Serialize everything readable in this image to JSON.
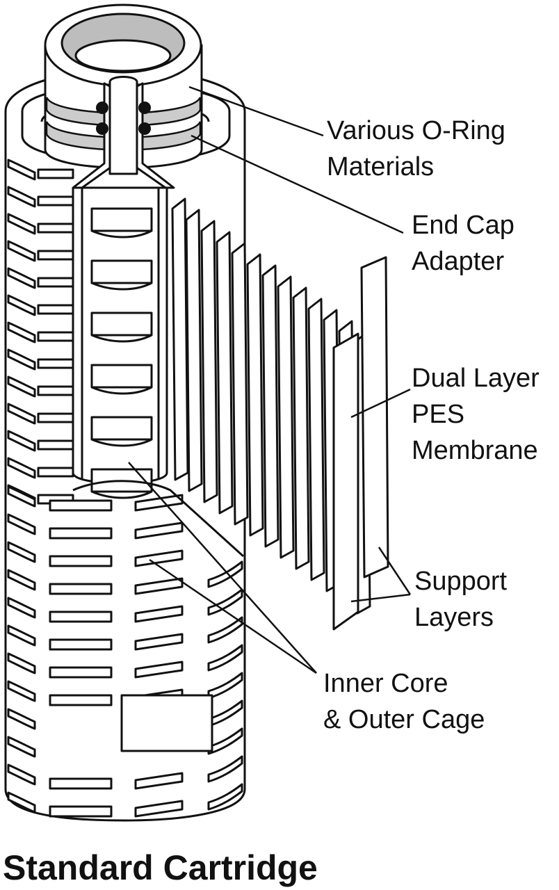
{
  "title": "Standard Cartridge",
  "labels": {
    "o_ring": [
      "Various O-Ring",
      "Materials"
    ],
    "end_cap": [
      "End Cap",
      "Adapter"
    ],
    "membrane": [
      "Dual Layer",
      "PES",
      "Membrane"
    ],
    "support": [
      "Support",
      "Layers"
    ],
    "core_cage": [
      "Inner Core",
      "& Outer Cage"
    ]
  },
  "colors": {
    "line": "#111111",
    "oring_band": "#cccccc",
    "oring": "#111111"
  }
}
